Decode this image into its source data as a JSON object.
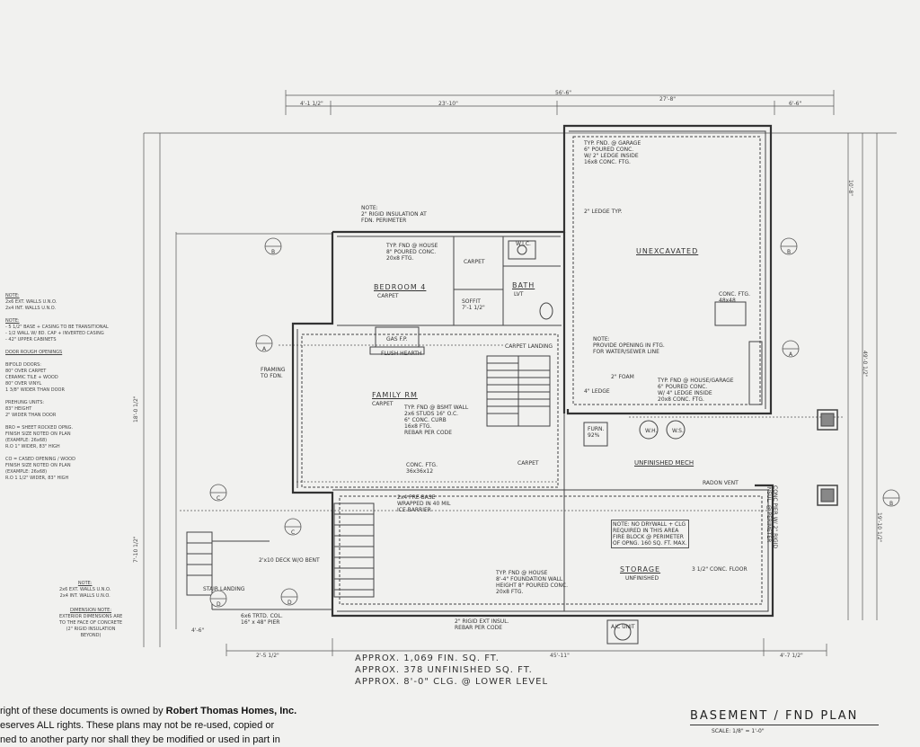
{
  "title_block": {
    "title": "BASEMENT / FND PLAN",
    "scale": "SCALE: 1/8\" = 1'-0\""
  },
  "overall_dims": {
    "top_total": "56'-6\"",
    "top_left": "4'-1 1/2\"",
    "top_mid": "23'-10\"",
    "top_right": "27'-8\"",
    "top_far_right": "6'-6\"",
    "bottom_total": "45'-11\"",
    "bottom_left": "2'-5 1/2\"",
    "bottom_right": "4'-7 1/2\"",
    "left_a": "4'-6\"",
    "left_b": "7'-10 1/2\"",
    "left_c": "18'-0 1/2\"",
    "right_a": "10'-8\"",
    "right_b": "49'-0 1/2\"",
    "right_c": "19'-10 1/2\""
  },
  "rooms": {
    "bedroom": "BEDROOM 4",
    "bedroom_floor": "CARPET",
    "bath": "BATH",
    "bath_floor": "LVT",
    "wic": "W.I.C.",
    "closet": "CARPET",
    "family": "FAMILY RM",
    "family_floor": "CARPET",
    "carpet_landing": "CARPET LANDING",
    "carpet_lower": "CARPET",
    "mech": "UNFINISHED MECH",
    "storage": "STORAGE",
    "storage_floor": "UNFINISHED",
    "unexcavated": "UNEXCAVATED"
  },
  "callouts": {
    "garage_ftg": "TYP. FND. @ GARAGE\n6\" POURED CONC.\nW/ 2\" LEDGE INSIDE\n16x8 CONC. FTG.",
    "house_ftg": "TYP. FND @ HOUSE\n8\" POURED CONC.\n20x8 FTG.",
    "rigid_note": "NOTE:\n2\" RIGID INSULATION AT\nFDN. PERIMETER",
    "ledge_typ": "2\" LEDGE TYP.",
    "gas_fp": "GAS F.P.",
    "flush_hearth": "FLUSH HEARTH",
    "soffit": "SOFFIT\n7'-1 1/2\"",
    "bsmt_wall": "TYP. FND @ BSMT WALL\n2x6 STUDS 16\" O.C.\n6\" CONC. CURB\n16x8 FTG.\nREBAR PER CODE",
    "provide_opening": "NOTE:\nPROVIDE OPENING IN FTG.\nFOR WATER/SEWER LINE",
    "house_garage": "TYP. FND @ HOUSE/GARAGE\n6\" POURED CONC.\nW/ 4\" LEDGE INSIDE\n20x8 CONC. FTG.",
    "ledge_4": "4\" LEDGE",
    "foam_2": "2\" FOAM",
    "conc_ftg": "CONC. FTG.\n36x36x12",
    "furn": "FURN.\n92%",
    "ws": "W.S.",
    "wh": "W.H.",
    "radon": "RADON VENT",
    "no_drywall": "NOTE: NO DRYWALL + CLG\nREQUIRED IN THIS AREA\nFIRE BLOCK @ PERIMETER\nOF OPNG. 160 SQ. FT. MAX.",
    "house_found": "TYP. FND @ HOUSE\n8'-4\" FOUNDATION WALL\nHEIGHT 8\" POURED CONC.\n20x8 FTG.",
    "conc_floor": "3 1/2\" CONC. FLOOR",
    "rigid_ext": "2\" RIGID EXT INSUL.\nREBAR PER CODE",
    "ice_barrier": "2x4 PRE-BASE\nWRAPPED IN 40 MIL\nICE BARRIER",
    "stair_landing": "STAIR LANDING",
    "deck_pier": "6x6 TRTD. COL.\n16\" x 48\" PIER",
    "deck": "2'x10 DECK W/O BENT",
    "ac_unit": "A/C UNIT",
    "framing_fdn": "FRAMING\nTO FDN.",
    "conc_ftg_right": "CONC. FTG.\n48x48",
    "pier_right": "CONC PIER W/ 2\" RIGID\nINSUL. @ PERIMETER"
  },
  "notes_left": {
    "heading": "NOTE:",
    "lines": [
      "2x6 EXT. WALLS U.N.O.",
      "2x4 INT. WALLS U.N.O.",
      "",
      "NOTE:",
      "- 5 1/2\" BASE + CASING TO BE TRANSITIONAL",
      "- 1/2 WALL W/ 8D. CAP + INVERTED CASING",
      "- 42\" UPPER CABINETS",
      "",
      "DOOR ROUGH OPENINGS",
      "",
      "BIFOLD DOORS:",
      "80\" OVER CARPET",
      "CERAMIC TILE + WOOD",
      "80\" OVER VINYL",
      "1 3/8\" WIDER THAN DOOR",
      "",
      "PREHUNG UNITS:",
      "83\" HEIGHT",
      "2\" WIDER THAN DOOR",
      "",
      "BRO = SHEET ROCKED OPNG.",
      "FINISH SIZE NOTED ON PLAN",
      "(EXAMPLE: 26x68)",
      "R.O 1\" WIDER, 83\" HIGH",
      "",
      "CO = CASED OPENING / WOOD",
      "FINISH SIZE NOTED ON PLAN",
      "(EXAMPLE: 26x68)",
      "R.O 1 1/2\" WIDER, 83\" HIGH"
    ]
  },
  "notes_bottom": {
    "heading": "NOTE:",
    "lines": [
      "2x6 EXT. WALLS U.N.O.",
      "2x4 INT. WALLS U.N.O."
    ],
    "dim_heading": "DIMENSION NOTE:",
    "dim_lines": [
      "EXTERIOR DIMENSIONS ARE",
      "TO THE FACE OF CONCRETE",
      "(2\" RIGID INSULATION",
      "BEYOND)"
    ]
  },
  "approx": {
    "line1": "APPROX. 1,069 FIN. SQ. FT.",
    "line2": "APPROX. 378 UNFINISHED SQ. FT.",
    "line3": "APPROX. 8'-0\" CLG. @ LOWER LEVEL"
  },
  "copyright": {
    "line1_pre": "right of these documents is owned by ",
    "line1_bold": "Robert Thomas Homes, Inc.",
    "line2": "eserves ALL rights. These plans may not be re-used, copied or",
    "line3": "ned to another party nor shall they be modified or used in part in"
  },
  "section_markers": [
    "B",
    "B",
    "A",
    "A",
    "B",
    "C",
    "C",
    "D",
    "D"
  ]
}
